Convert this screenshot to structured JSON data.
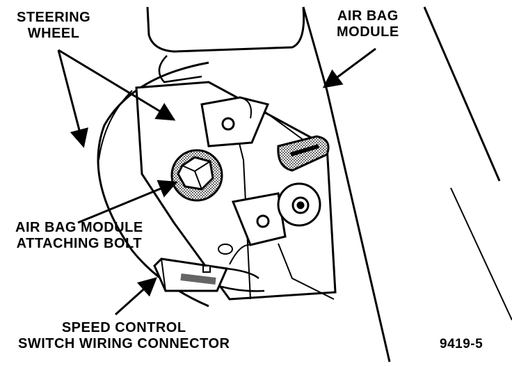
{
  "labels": {
    "steering_wheel": [
      "STEERING",
      "WHEEL"
    ],
    "air_bag_module": [
      "AIR BAG",
      "MODULE"
    ],
    "attaching_bolt": [
      "AIR BAG MODULE",
      "ATTACHING BOLT"
    ],
    "wiring_connector": [
      "SPEED CONTROL",
      "SWITCH WIRING CONNECTOR"
    ],
    "figure_number": "9419-5"
  },
  "colors": {
    "ink": "#000000",
    "paper": "#ffffff",
    "shade": "#9a9a9a"
  }
}
